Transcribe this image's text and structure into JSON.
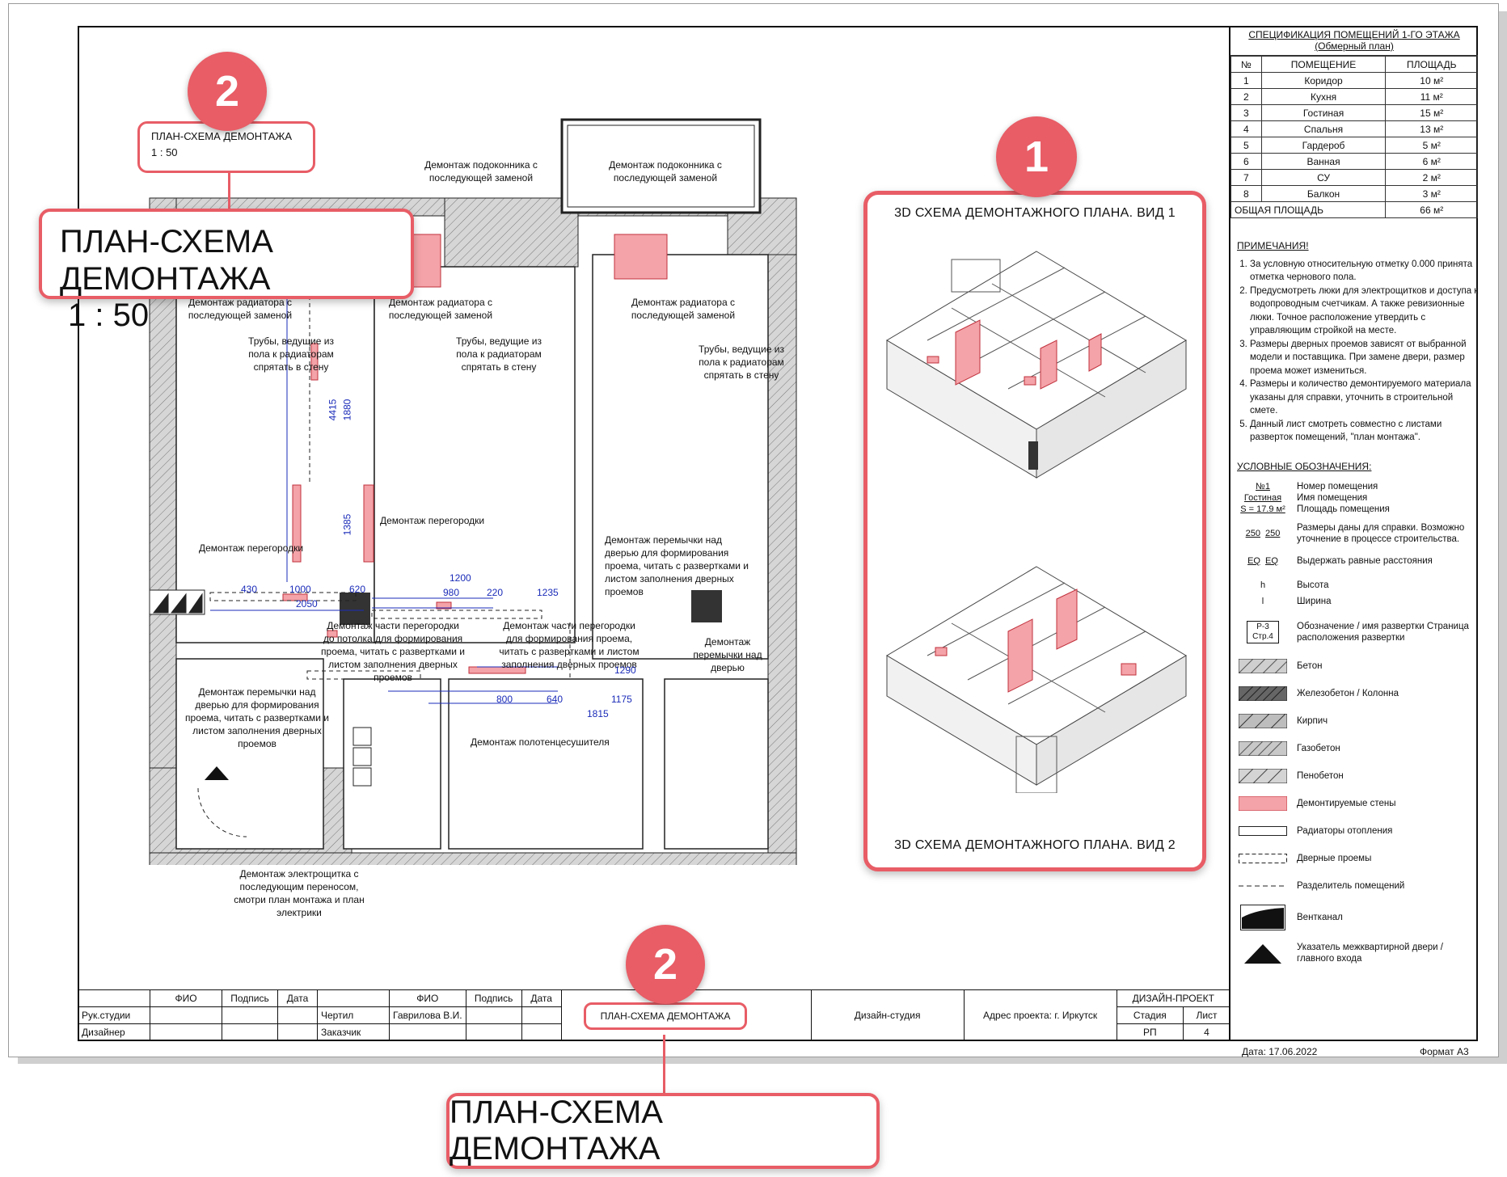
{
  "spec": {
    "title": "СПЕЦИФИКАЦИЯ ПОМЕЩЕНИЙ 1-ГО ЭТАЖА (Обмерный план)",
    "headers": [
      "№",
      "ПОМЕЩЕНИЕ",
      "ПЛОЩАДЬ"
    ],
    "rows": [
      [
        "1",
        "Коридор",
        "10 м²"
      ],
      [
        "2",
        "Кухня",
        "11 м²"
      ],
      [
        "3",
        "Гостиная",
        "15 м²"
      ],
      [
        "4",
        "Спальня",
        "13 м²"
      ],
      [
        "5",
        "Гардероб",
        "5 м²"
      ],
      [
        "6",
        "Ванная",
        "6 м²"
      ],
      [
        "7",
        "СУ",
        "2 м²"
      ],
      [
        "8",
        "Балкон",
        "3 м²"
      ]
    ],
    "total_label": "ОБЩАЯ ПЛОЩАДЬ",
    "total_value": "66 м²"
  },
  "notes": {
    "title": "ПРИМЕЧАНИЯ!",
    "items": [
      "За условную относительную отметку 0.000 принята отметка чернового пола.",
      "Предусмотреть люки для электрощитков и доступа к водопроводным счетчикам. А также ревизионные люки. Точное расположение утвердить с управляющим стройкой на месте.",
      "Размеры дверных проемов зависят от выбранной модели и поставщика. При замене двери, размер проема может измениться.",
      "Размеры и количество демонтируемого материала указаны для справки, уточнить в строительной смете.",
      "Данный лист смотреть совместно с листами разверток помещений, \"план монтажа\"."
    ]
  },
  "legend": {
    "title": "УСЛОВНЫЕ ОБОЗНАЧЕНИЯ:",
    "room_sym": [
      "№1",
      "Гостиная",
      "S = 17.9 м²"
    ],
    "room_desc": [
      "Номер помещения",
      "Имя помещения",
      "Площадь помещения"
    ],
    "dims_sym": [
      "250",
      "250"
    ],
    "dims_desc": "Размеры даны для справки. Возможно уточнение в процессе строительства.",
    "eq_sym": [
      "EQ",
      "EQ"
    ],
    "eq_desc": "Выдержать равные расстояния",
    "h_sym": "h",
    "h_desc": "Высота",
    "l_sym": "l",
    "l_desc": "Ширина",
    "razv_sym": [
      "Р-3",
      "Стр.4"
    ],
    "razv_desc": "Обозначение / имя развертки Страница расположения развертки",
    "beton": "Бетон",
    "zhb": "Железобетон / Колонна",
    "kirpich": "Кирпич",
    "gazobeton": "Газобетон",
    "penobeton": "Пенобетон",
    "demont": "Демонтируемые стены",
    "radiator": "Радиаторы отопления",
    "door": "Дверные проемы",
    "divider": "Разделитель помещений",
    "vent": "Вентканал",
    "entry": "Указатель межквартирной двери / главного входа"
  },
  "plan": {
    "title_small": "ПЛАН-СХЕМА ДЕМОНТАЖА",
    "scale_small": "1 : 50",
    "annotations": {
      "a1": "Демонтаж подоконника с последующей заменой",
      "a2": "Демонтаж подоконника с последующей заменой",
      "a3": "Демонтаж радиатора с последующей заменой",
      "a4": "Демонтаж радиатора с последующей заменой",
      "a5": "Демонтаж радиатора с последующей заменой",
      "a6": "Трубы, ведущие из пола к радиаторам спрятать в стену",
      "a7": "Трубы, ведущие из пола к радиаторам спрятать в стену",
      "a8": "Трубы, ведущие из пола к радиаторам спрятать в стену",
      "a9": "Демонтаж перегородки",
      "a10": "Демонтаж перегородки",
      "a11": "Демонтаж перемычки над дверью для формирования проема, читать с развертками и листом заполнения дверных проемов",
      "a12": "Демонтаж части перегородки до потолка для формирования проема, читать с развертками и листом заполнения дверных проемов",
      "a13": "Демонтаж части перегородки для формирования проема, читать с развертками и листом заполнения дверных проемов",
      "a14": "Демонтаж перемычки над дверью",
      "a15": "Демонтаж перемычки над дверью для формирования проема, читать с развертками и листом заполнения дверных проемов",
      "a16": "Демонтаж полотенцесушителя",
      "a17": "Демонтаж электрощитка с последующим переносом, смотри план монтажа и план электрики"
    },
    "dims": [
      "4415",
      "1880",
      "1385",
      "430",
      "1000",
      "620",
      "2050",
      "1200",
      "980",
      "220",
      "1235",
      "800",
      "640",
      "1175",
      "1815",
      "1290"
    ]
  },
  "views": {
    "view1": "3D СХЕМА ДЕМОНТАЖНОГО ПЛАНА. ВИД 1",
    "view2": "3D СХЕМА ДЕМОНТАЖНОГО ПЛАНА. ВИД 2"
  },
  "titleblock": {
    "h_fio": "ФИО",
    "h_sign": "Подпись",
    "h_date": "Дата",
    "r1": "Рук.студии",
    "r2": "Дизайнер",
    "r3": "Чертил",
    "r3_name": "Гаврилова В.И.",
    "r4": "Заказчик",
    "sheet_name": "ПЛАН-СХЕМА ДЕМОНТАЖА",
    "studio": "Дизайн-студия",
    "address": "Адрес проекта: г. Иркутск",
    "project": "ДИЗАЙН-ПРОЕКТ",
    "stage_h": "Стадия",
    "sheet_h": "Лист",
    "stage": "РП",
    "sheet": "4",
    "date": "Дата: 17.06.2022",
    "format": "Формат А3"
  },
  "callouts": {
    "big_title": "ПЛАН-СХЕМА ДЕМОНТАЖА",
    "big_scale": "1 : 50",
    "bottom_title": "ПЛАН-СХЕМА ДЕМОНТАЖА",
    "badge1": "1",
    "badge2": "2",
    "badge3": "2"
  },
  "colors": {
    "accent": "#e85d66",
    "demolish": "#f4a3a8",
    "wall": "#c8c8c8",
    "dims": "#1a2bb8"
  }
}
